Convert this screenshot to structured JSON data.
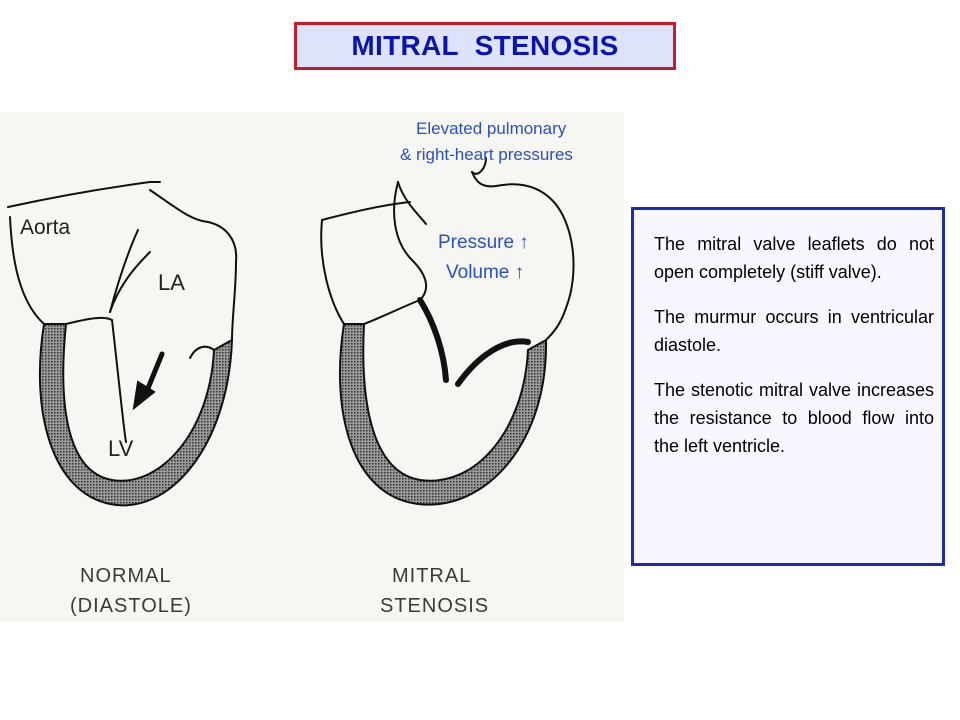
{
  "title": "MITRAL  STENOSIS",
  "diagram": {
    "normal": {
      "aorta_label": "Aorta",
      "la_label": "LA",
      "lv_label": "LV",
      "caption_line1": "NORMAL",
      "caption_line2": "(DIASTOLE)"
    },
    "stenosis": {
      "annotation_line1": "Elevated pulmonary",
      "annotation_line2": "& right-heart pressures",
      "pressure_label": "Pressure ↑",
      "volume_label": "Volume ↑",
      "caption_line1": "MITRAL",
      "caption_line2": "STENOSIS"
    },
    "colors": {
      "annotation_blue": "#2850c8",
      "caption_gray": "#3a3a3a",
      "wall_hatch": "#555555"
    }
  },
  "notes": {
    "p1": "The mitral valve leaflets do not open completely (stiff valve).",
    "p2": "The murmur occurs in ventricular diastole.",
    "p3": "The stenotic mitral valve increases the resistance to blood flow into the left ventricle."
  }
}
